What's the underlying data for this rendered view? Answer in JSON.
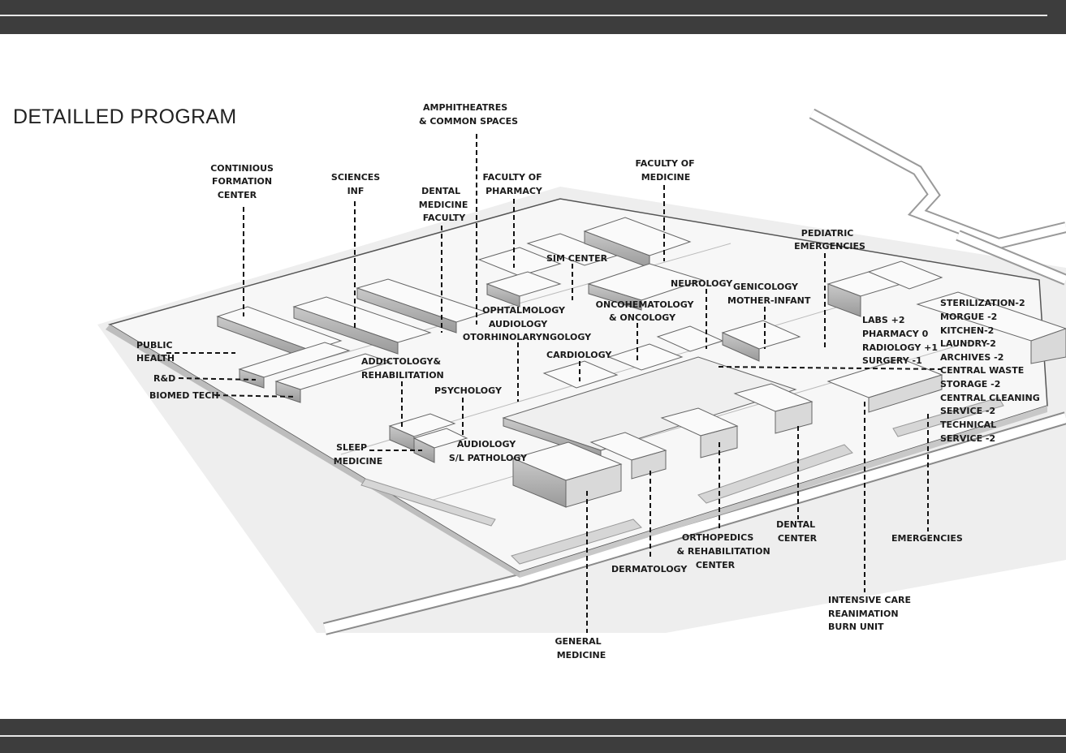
{
  "title": "DETAILLED PROGRAM",
  "labels": {
    "amphitheatres": [
      "AMPHITHEATRES",
      "& COMMON SPACES"
    ],
    "continuous_formation": [
      "CONTINIOUS",
      "FORMATION",
      "CENTER"
    ],
    "sciences": [
      "SCIENCES",
      "INF"
    ],
    "dental_faculty": [
      "DENTAL",
      "MEDICINE",
      "FACULTY"
    ],
    "pharmacy_faculty": [
      "FACULTY OF",
      "PHARMACY"
    ],
    "medicine_faculty": [
      "FACULTY OF",
      "MEDICINE"
    ],
    "pediatric": [
      "PEDIATRIC",
      "EMERGENCIES"
    ],
    "sim_center": [
      "SIM CENTER"
    ],
    "neurology": [
      "NEUROLOGY"
    ],
    "genicology": [
      "GENICOLOGY",
      "MOTHER-INFANT"
    ],
    "ophtalmology": [
      "OPHTALMOLOGY",
      "AUDIOLOGY",
      "OTORHINOLARYNGOLOGY"
    ],
    "oncology": [
      "ONCOHEMATOLOGY",
      "& ONCOLOGY"
    ],
    "labs": [
      "LABS +2",
      "PHARMACY 0",
      "RADIOLOGY +1",
      "SURGERY -1"
    ],
    "services": [
      "STERILIZATION-2",
      "MORGUE -2",
      "KITCHEN-2",
      "LAUNDRY-2",
      "ARCHIVES -2",
      "CENTRAL WASTE",
      "STORAGE -2",
      "CENTRAL CLEANING",
      "SERVICE -2",
      "TECHNICAL",
      "SERVICE -2"
    ],
    "public_health": [
      "PUBLIC",
      "HEALTH"
    ],
    "rd": [
      "R&D"
    ],
    "biomed": [
      "BIOMED TECH"
    ],
    "addictology": [
      "ADDICTOLOGY&",
      "REHABILITATION"
    ],
    "cardiology": [
      "CARDIOLOGY"
    ],
    "psychology": [
      "PSYCHOLOGY"
    ],
    "sleep": [
      "SLEEP",
      "MEDICINE"
    ],
    "audiology_sl": [
      "AUDIOLOGY",
      "S/L PATHOLOGY"
    ],
    "orthopedics": [
      "ORTHOPEDICS",
      "& REHABILITATION",
      "CENTER"
    ],
    "dental_center": [
      "DENTAL",
      "CENTER"
    ],
    "emergencies": [
      "EMERGENCIES"
    ],
    "dermatology": [
      "DERMATOLOGY"
    ],
    "general_medicine": [
      "GENERAL",
      "MEDICINE"
    ],
    "intensive_care": [
      "INTENSIVE CARE",
      "REANIMATION",
      "BURN UNIT"
    ]
  }
}
